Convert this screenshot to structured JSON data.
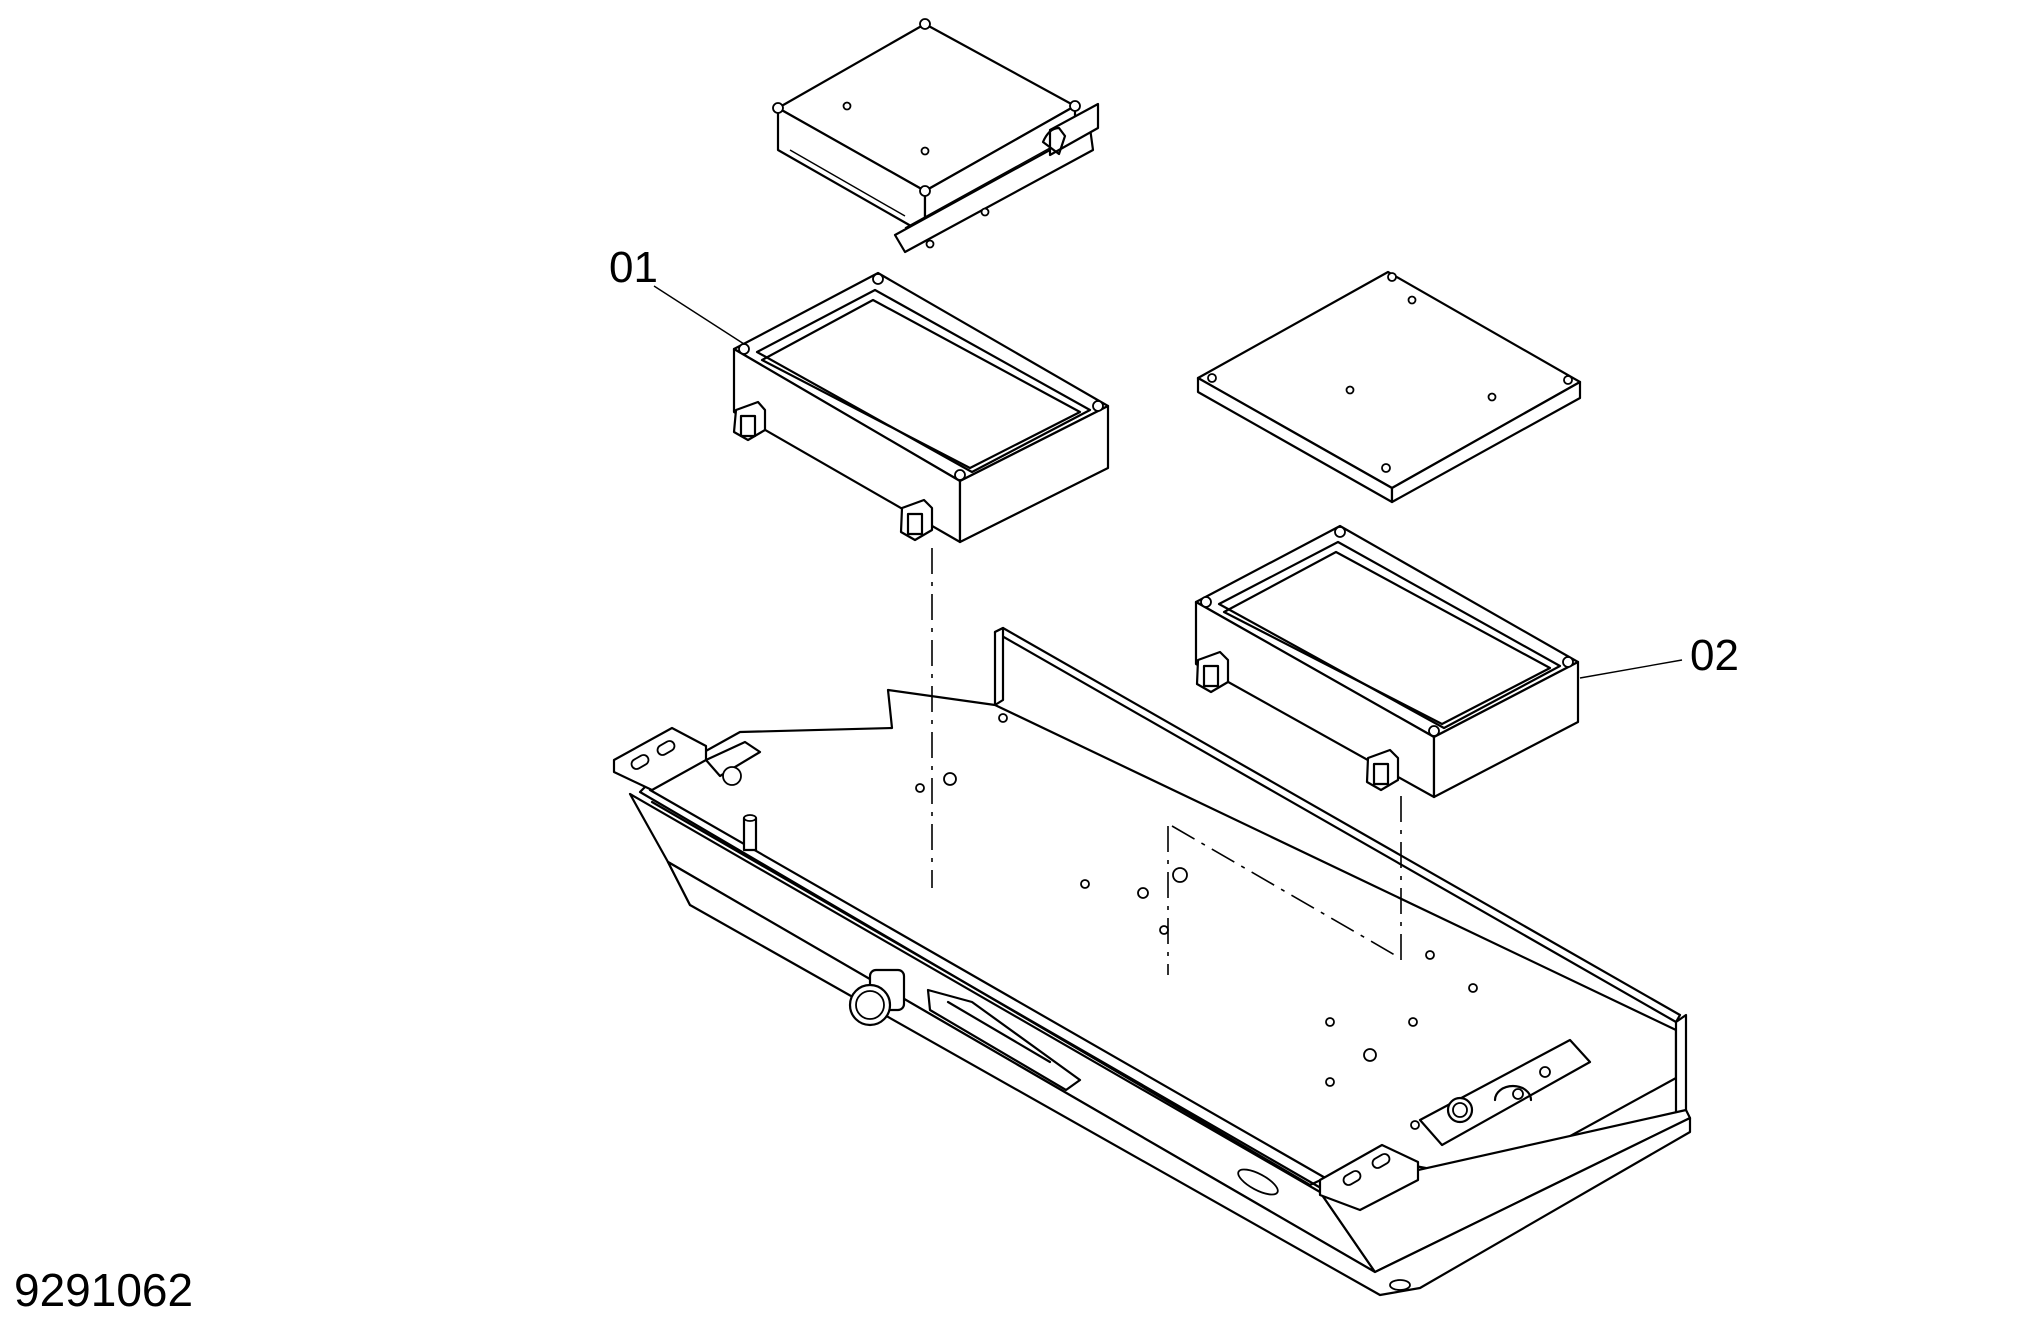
{
  "drawing": {
    "drawing_number": "9291062",
    "callouts": [
      {
        "id": "01",
        "label": "01",
        "part": "control-unit-upper"
      },
      {
        "id": "02",
        "label": "02",
        "part": "control-unit-lower"
      }
    ],
    "line_color": "#000000",
    "background": "#ffffff"
  }
}
